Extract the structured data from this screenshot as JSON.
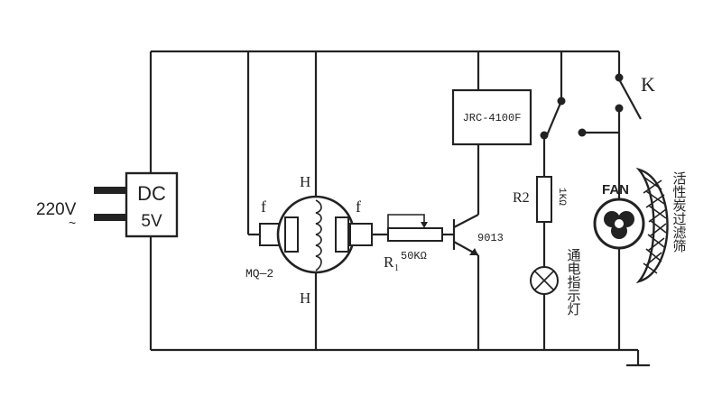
{
  "power": {
    "input_voltage": "220V",
    "tilde": "~",
    "module_line1": "DC",
    "module_line2": "5V"
  },
  "sensor": {
    "name": "MQ—2",
    "heater_top": "H",
    "heater_bottom": "H",
    "filament_left": "f",
    "filament_right": "f"
  },
  "potentiometer": {
    "name": "R",
    "subscript": "1",
    "value": "50KΩ"
  },
  "transistor": {
    "model": "9013"
  },
  "relay": {
    "model": "JRC-4100F"
  },
  "resistor2": {
    "name": "R2",
    "value": "1KΩ"
  },
  "indicator": {
    "label": "通电指示灯"
  },
  "fan": {
    "label": "FAN"
  },
  "switch": {
    "label": "K"
  },
  "filter": {
    "label": "活性炭过滤筛"
  }
}
